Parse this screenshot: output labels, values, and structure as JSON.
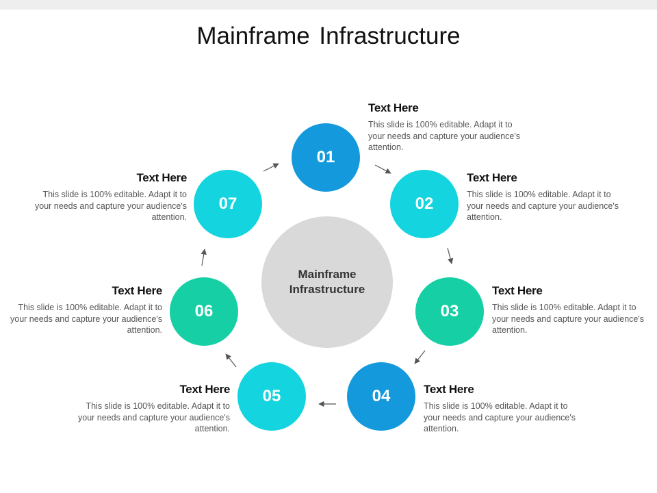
{
  "title": "Mainframe Infrastructure",
  "center_label": "Mainframe Infrastructure",
  "colors": {
    "blue": "#1499dc",
    "cyan": "#14d4e0",
    "teal": "#17cfa5",
    "center": "#d9d9d9",
    "arrow": "#555555"
  },
  "steps": [
    {
      "number": "01",
      "heading": "Text Here",
      "body": "This slide is 100% editable. Adapt it to your needs and capture your audience's attention."
    },
    {
      "number": "02",
      "heading": "Text Here",
      "body": "This slide is 100% editable. Adapt it to your needs and capture your audience's attention."
    },
    {
      "number": "03",
      "heading": "Text Here",
      "body": "This slide is 100% editable. Adapt it to your needs and capture your audience's attention."
    },
    {
      "number": "04",
      "heading": "Text Here",
      "body": "This slide is 100% editable. Adapt it to your needs and capture your audience's attention."
    },
    {
      "number": "05",
      "heading": "Text Here",
      "body": "This slide is 100% editable. Adapt it to your needs and capture your audience's attention."
    },
    {
      "number": "06",
      "heading": "Text Here",
      "body": "This slide is 100% editable. Adapt it to your needs and capture your audience's attention."
    },
    {
      "number": "07",
      "heading": "Text Here",
      "body": "This slide is 100% editable. Adapt it to your needs and capture your audience's attention."
    }
  ]
}
